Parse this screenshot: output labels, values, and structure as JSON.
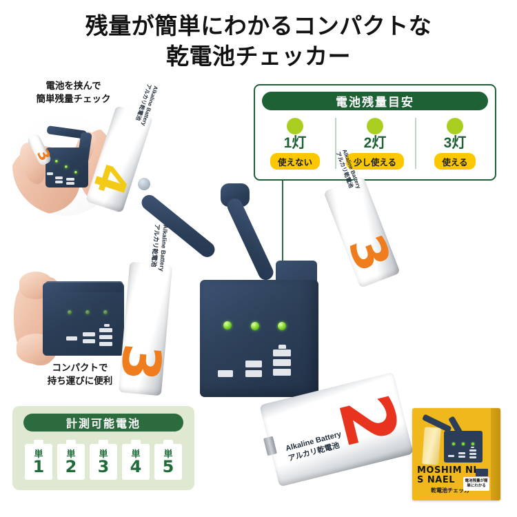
{
  "title": {
    "line1": "残量が簡単にわかるコンパクトな",
    "line2": "乾電池チェッカー"
  },
  "callouts": {
    "top": {
      "line1": "電池を挟んで",
      "line2": "簡単残量チェック"
    },
    "bottom": {
      "line1": "コンパクトで",
      "line2": "持ち運びに便利"
    }
  },
  "gauge_panel": {
    "heading": "電池残量目安",
    "columns": [
      {
        "lamp_label": "1灯",
        "badge": "使えない"
      },
      {
        "lamp_label": "2灯",
        "badge": "少し使える"
      },
      {
        "lamp_label": "3灯",
        "badge": "使える"
      }
    ]
  },
  "sizes_panel": {
    "heading": "計測可能電池",
    "sizes": [
      {
        "unit": "単",
        "num": "1"
      },
      {
        "unit": "単",
        "num": "2"
      },
      {
        "unit": "単",
        "num": "3"
      },
      {
        "unit": "単",
        "num": "4"
      },
      {
        "unit": "単",
        "num": "5"
      }
    ]
  },
  "batteries": {
    "label_en": "Alkaline Battery",
    "label_jp": "アルカリ乾電池",
    "items": [
      {
        "num": "4",
        "color": "#f2cb19"
      },
      {
        "num": "3",
        "color": "#ef7d1e"
      },
      {
        "num": "3",
        "color": "#ef7d1e"
      },
      {
        "num": "2",
        "color": "#e8331f"
      }
    ]
  },
  "package": {
    "brand_line1": "MOSHIM NI",
    "brand_line2": "S NAEL",
    "subtitle": "乾電池チェッカー",
    "badge": "電池残量が簡単にわかる"
  },
  "colors": {
    "brand_green": "#1d6135",
    "panel_green_bg": "#dfe9d2",
    "lamp_green": "#aace1f",
    "badge_yellow": "#fbc800",
    "device_navy": "#2c3e57",
    "package_yellow": "#f0b81d"
  }
}
